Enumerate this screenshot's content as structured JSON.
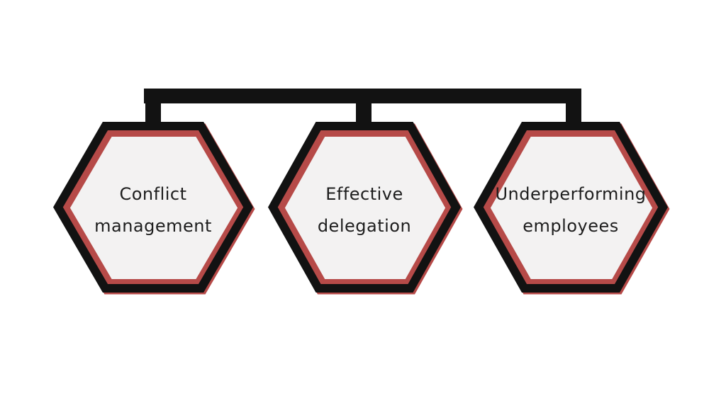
{
  "diagram": {
    "background": "#ffffff",
    "colors": {
      "outline": "#121212",
      "accent": "#b64a48",
      "fill": "#f3f2f2",
      "text": "#1d1d1d"
    },
    "connector": {
      "style": "horizontal-bar-with-three-stubs"
    },
    "hexagons": [
      {
        "label": "Conflict management",
        "lines": [
          "Conflict",
          "management"
        ]
      },
      {
        "label": "Effective delegation",
        "lines": [
          "Effective",
          "delegation"
        ]
      },
      {
        "label": "Underperforming employees",
        "lines": [
          "Underperforming",
          "employees"
        ]
      }
    ]
  }
}
